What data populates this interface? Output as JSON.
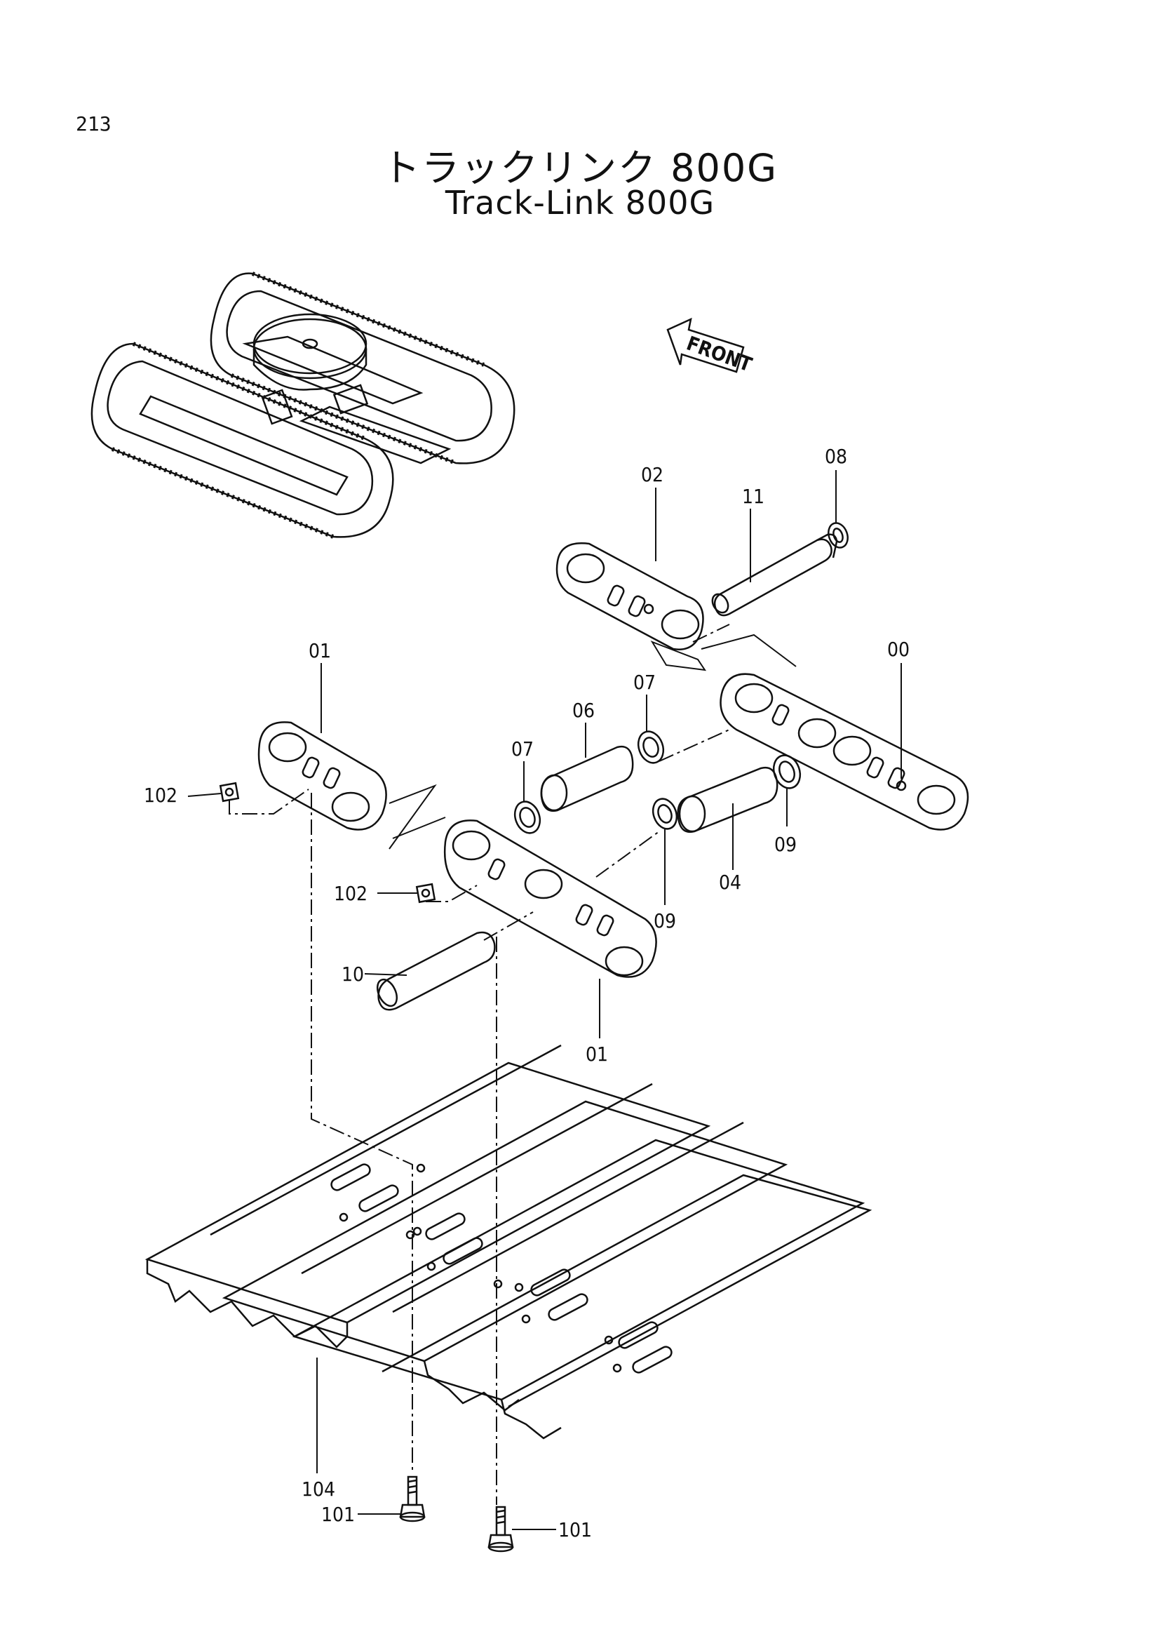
{
  "page": {
    "number": "213",
    "title_jp": "トラックリンク 800G",
    "title_en": "Track-Link 800G"
  },
  "front_label": "FRONT",
  "callouts": {
    "p00": "00",
    "p01a": "01",
    "p01b": "01",
    "p02": "02",
    "p04": "04",
    "p06": "06",
    "p07a": "07",
    "p07b": "07",
    "p08": "08",
    "p09a": "09",
    "p09b": "09",
    "p10": "10",
    "p11": "11",
    "p101a": "101",
    "p101b": "101",
    "p102a": "102",
    "p102b": "102",
    "p104": "104"
  },
  "colors": {
    "ink": "#111111",
    "paper": "#ffffff"
  }
}
